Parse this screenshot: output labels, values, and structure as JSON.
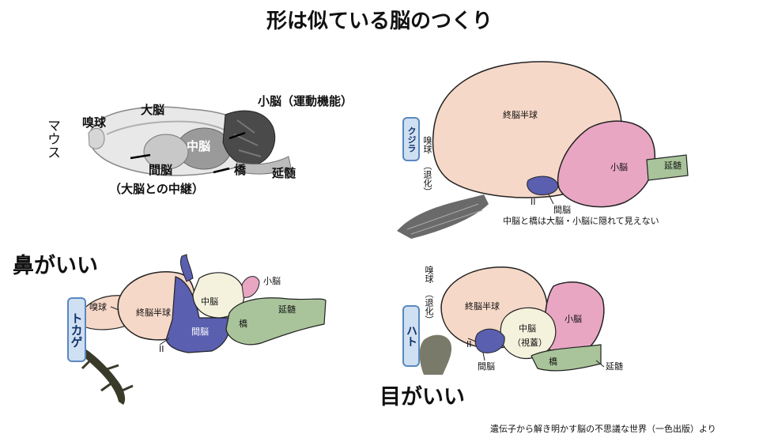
{
  "title": "形は似ている脳のつくり",
  "mouse": {
    "name": "マウス",
    "labels": {
      "olfactory": "嗅球",
      "cerebrum": "大脳",
      "cerebellum": "小脳（運動機能）",
      "midbrain": "中脳",
      "diencephalon": "間脳",
      "diencephalon_note": "（大脳との中継）",
      "pons": "橋",
      "medulla": "延髄"
    }
  },
  "whale": {
    "tag": "クジラ",
    "labels": {
      "telencephalon": "終脳半球",
      "olfactory": "嗅球",
      "regressed": "（退化）",
      "cerebellum": "小脳",
      "medulla": "延髄",
      "nerve": "II",
      "diencephalon": "間脳",
      "note": "中脳と橋は大脳・小脳に隠れて見えない"
    }
  },
  "lizard": {
    "heading": "鼻がいい",
    "tag": "トカゲ",
    "labels": {
      "olfactory": "嗅球",
      "telencephalon": "終脳半球",
      "midbrain": "中脳",
      "cerebellum": "小脳",
      "diencephalon": "間脳",
      "pons": "橋",
      "medulla": "延髄",
      "nerve": "II"
    }
  },
  "bird": {
    "heading": "目がいい",
    "tag": "ハト",
    "labels": {
      "olfactory": "嗅球",
      "regressed": "（退化）",
      "telencephalon": "終脳半球",
      "midbrain": "中脳",
      "midbrain_note": "（視蓋）",
      "cerebellum": "小脳",
      "nerve": "II",
      "diencephalon": "間脳",
      "pons": "橋",
      "medulla": "延髄"
    }
  },
  "credit": "遺伝子から解き明かす脳の不思議な世界（一色出版）より",
  "colors": {
    "telencephalon": "#f6d8c8",
    "cerebellum": "#e8a6c3",
    "diencephalon": "#5a5fb0",
    "midbrain": "#f4f2dc",
    "hindbrain": "#a9c49a",
    "tag_fill": "#cfe0f2",
    "tag_border": "#5b88bf"
  }
}
